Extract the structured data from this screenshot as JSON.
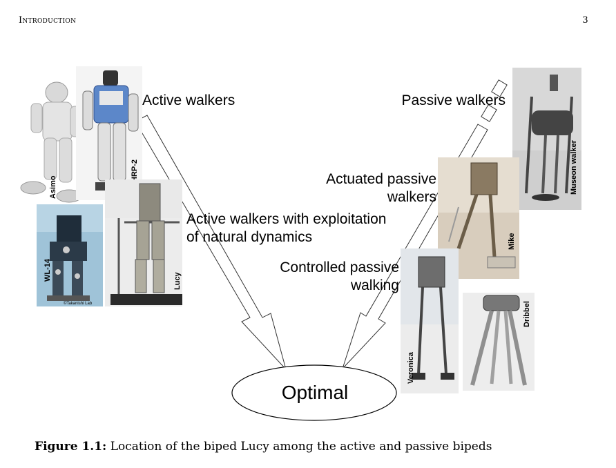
{
  "header": {
    "section": "Introduction",
    "page_number": "3"
  },
  "figure": {
    "labels": {
      "active_walkers": "Active walkers",
      "active_walkers_exploitation_line1": "Active walkers with exploitation",
      "active_walkers_exploitation_line2": "of natural dynamics",
      "passive_walkers": "Passive walkers",
      "actuated_passive_line1": "Actuated passive",
      "actuated_passive_line2": "walkers",
      "controlled_passive_line1": "Controlled passive",
      "controlled_passive_line2": "walking",
      "optimal": "Optimal"
    },
    "robots": {
      "asimo": "Asimo",
      "hrp2": "HRP-2",
      "wl14": "WL-14",
      "wl14_credit": "©Takanishi Lab",
      "lucy": "Lucy",
      "museon": "Museon walker",
      "mike": "Mike",
      "veronica": "Veronica",
      "dribbel": "Dribbel"
    }
  },
  "caption": {
    "label": "Figure 1.1:",
    "text": "Location of the biped Lucy among the active and passive bipeds"
  }
}
